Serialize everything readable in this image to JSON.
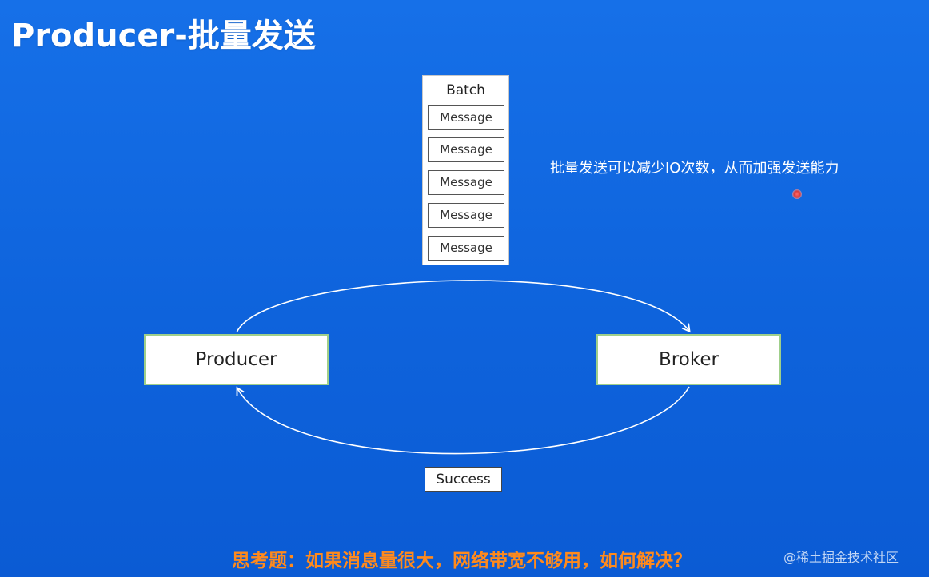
{
  "title": "Producer-批量发送",
  "batch": {
    "label": "Batch",
    "messages": [
      "Message",
      "Message",
      "Message",
      "Message",
      "Message"
    ]
  },
  "nodes": {
    "producer": "Producer",
    "broker": "Broker"
  },
  "success_label": "Success",
  "note": "批量发送可以减少IO次数，从而加强发送能力",
  "question": "思考题：如果消息量很大，网络带宽不够用，如何解决？",
  "watermark": "@稀土掘金技术社区",
  "colors": {
    "background": "#0f67e0",
    "arrow": "#ffffff",
    "node_border": "#9fcf8a",
    "question": "#ff8a1c",
    "pointer_dot": "#d83a3a"
  }
}
